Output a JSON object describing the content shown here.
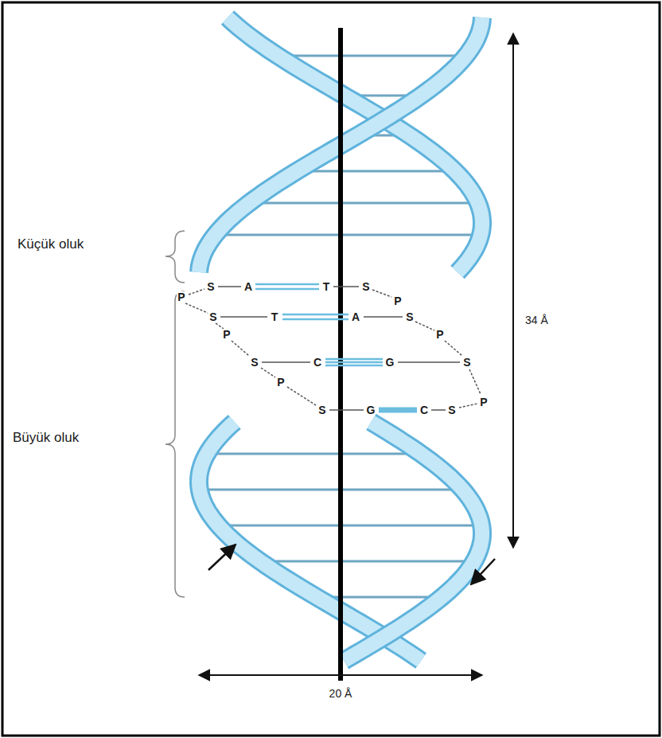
{
  "diagram": {
    "labels": [
      "Küçük oluk",
      "Büyük oluk",
      "34 Å",
      "20 Å",
      "P",
      "S",
      "A",
      "T",
      "S",
      "P",
      "S",
      "T",
      "A",
      "S",
      "P",
      "P",
      "S",
      "C",
      "G",
      "S",
      "P",
      "P",
      "S",
      "G",
      "C",
      "S"
    ]
  }
}
